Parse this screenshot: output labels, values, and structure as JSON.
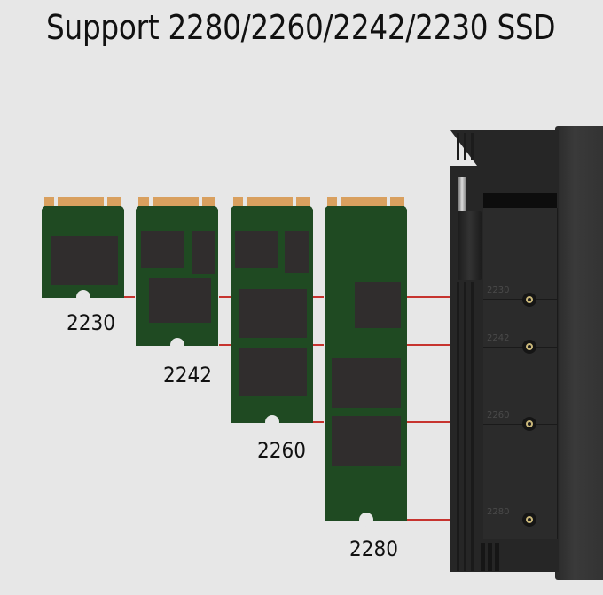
{
  "title": "Support 2280/2260/2242/2230 SSD",
  "colors": {
    "background": "#e7e7e7",
    "pcb": "#1f4a22",
    "chip": "#302d2d",
    "contacts": "#d9a05f",
    "guide_line": "#c7342f",
    "enclosure": "#262626"
  },
  "boards": [
    {
      "size": "2230",
      "label": "2230"
    },
    {
      "size": "2242",
      "label": "2242"
    },
    {
      "size": "2260",
      "label": "2260"
    },
    {
      "size": "2280",
      "label": "2280"
    }
  ],
  "enclosure": {
    "mount_labels": [
      "2230",
      "2242",
      "2260",
      "2280"
    ]
  }
}
